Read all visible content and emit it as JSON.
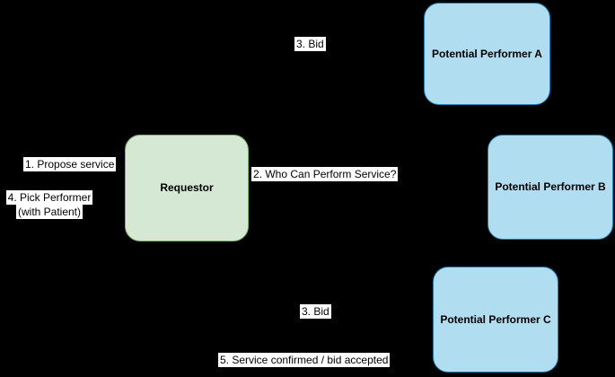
{
  "diagram": {
    "background_color": "#000000",
    "label_background_color": "#ffffff",
    "label_text_color": "#000000",
    "nodes": [
      {
        "id": "requestor",
        "label": "Requestor",
        "fill": "#d5e8d4",
        "stroke": "#82b366"
      },
      {
        "id": "performer-a",
        "label": "Potential Performer A",
        "fill": "#b1ddf0",
        "stroke": "#1e82b4"
      },
      {
        "id": "performer-b",
        "label": "Potential Performer B",
        "fill": "#b1ddf0",
        "stroke": "#1e82b4"
      },
      {
        "id": "performer-c",
        "label": "Potential Performer C",
        "fill": "#b1ddf0",
        "stroke": "#1e82b4"
      }
    ],
    "edge_labels": [
      {
        "id": "propose-service",
        "text": "1. Propose service"
      },
      {
        "id": "who-can-perform",
        "text": "2. Who Can Perform Service?"
      },
      {
        "id": "bid-top",
        "text": "3. Bid"
      },
      {
        "id": "pick-performer",
        "text": "4. Pick Performer",
        "text_line2": "(with Patient)"
      },
      {
        "id": "bid-bottom",
        "text": "3. Bid"
      },
      {
        "id": "service-confirmed",
        "text": "5. Service confirmed / bid accepted"
      }
    ]
  }
}
